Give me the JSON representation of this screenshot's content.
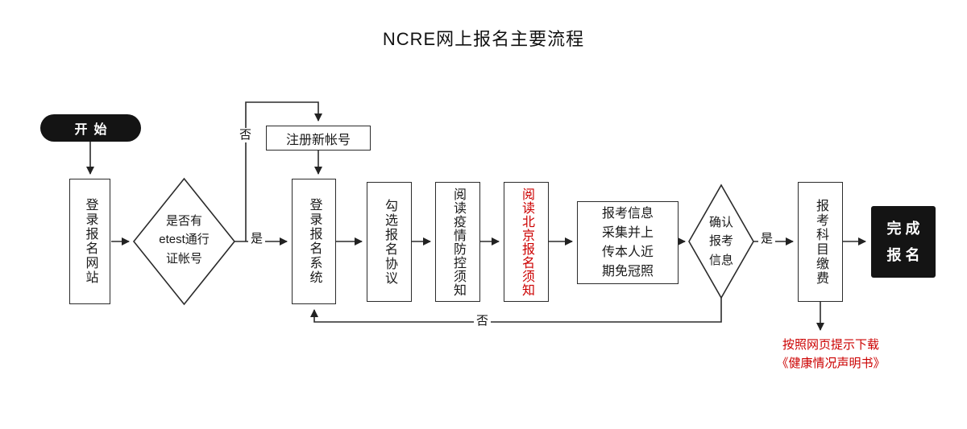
{
  "title": "NCRE网上报名主要流程",
  "colors": {
    "red": "#cc0000",
    "dark_fill": "#141414",
    "line": "#2b2b2b"
  },
  "nodes": {
    "start": {
      "label": "开始"
    },
    "login_site": {
      "label": "登录报名网站"
    },
    "has_etest_account": {
      "lines": [
        "是否有",
        "etest通行",
        "证帐号"
      ]
    },
    "register_new_account": {
      "label": "注册新帐号"
    },
    "login_system": {
      "label": "登录报名系统"
    },
    "check_agreement": {
      "label": "勾选报名协议"
    },
    "read_epidemic_notice": {
      "label": "阅读疫情防控须知"
    },
    "read_beijing_notice": {
      "label": "阅读北京报名须知"
    },
    "collect_info": {
      "lines": [
        "报考信息",
        "采集并上",
        "传本人近",
        "期免冠照"
      ]
    },
    "confirm_info": {
      "lines": [
        "确认",
        "报考",
        "信息"
      ]
    },
    "pay_subjects": {
      "label": "报考科目缴费"
    },
    "finish": {
      "lines": [
        "完成",
        "报名"
      ]
    }
  },
  "edge_labels": {
    "no_register": "否",
    "yes_login": "是",
    "yes_pay": "是",
    "no_back": "否"
  },
  "footnote": {
    "lines": [
      "按照网页提示下载",
      "《健康情况声明书》"
    ]
  }
}
